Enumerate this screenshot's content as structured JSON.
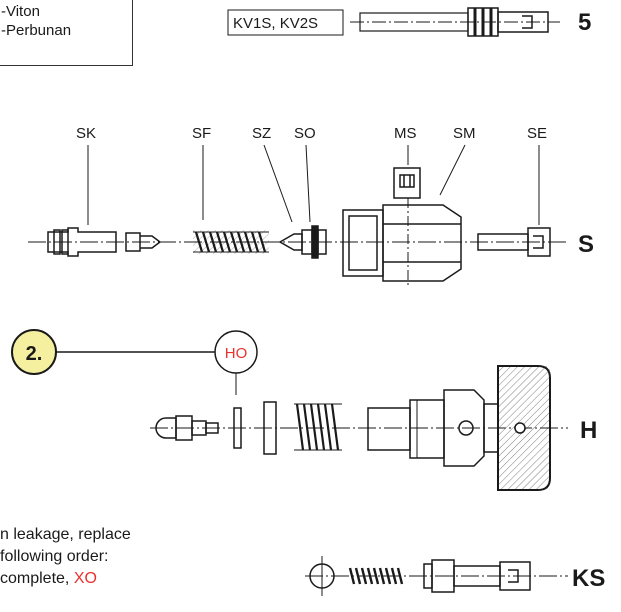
{
  "legend": {
    "items": [
      "-Viton",
      "-Perbunan"
    ]
  },
  "header_box_label": "KV1S, KV2S",
  "rows": {
    "five": "5",
    "s": "S",
    "h": "H",
    "ks": "KS"
  },
  "s_parts": [
    "SK",
    "SF",
    "SZ",
    "SO",
    "MS",
    "SM",
    "SE"
  ],
  "step_badge": "2.",
  "ho_label": "HO",
  "instructions": {
    "line1": "n leakage, replace",
    "line2": "following order:",
    "line3_text": "complete,",
    "line3_red": "XO"
  },
  "colors": {
    "red": "#e8322e",
    "badge_fill": "#f5f0a0",
    "line": "#1a1a1a"
  }
}
